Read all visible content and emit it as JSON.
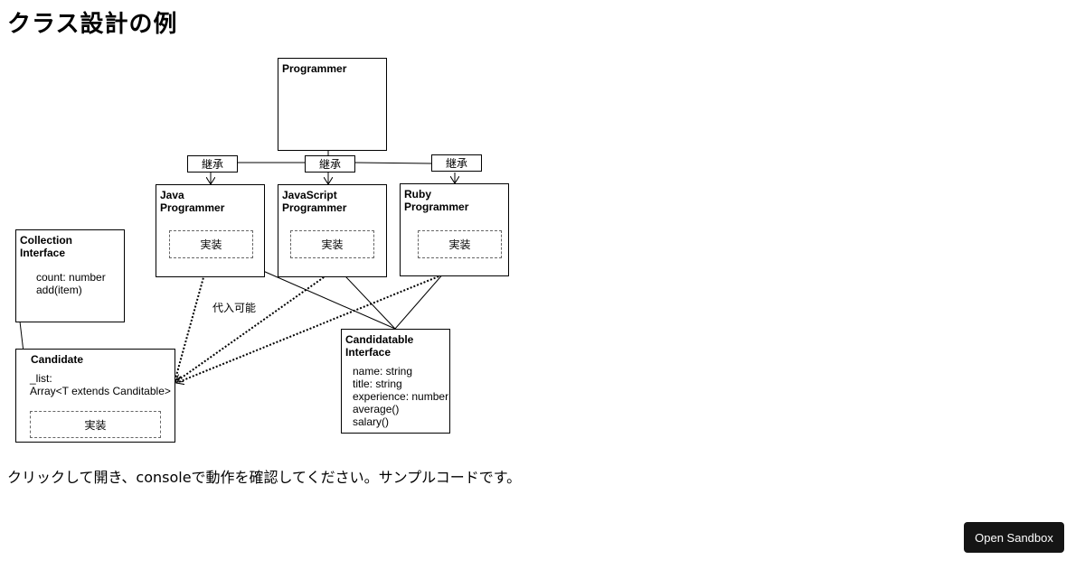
{
  "page": {
    "title": "クラス設計の例",
    "description": "クリックして開き、consoleで動作を確認してください。サンプルコードです。"
  },
  "diagram": {
    "programmer": {
      "title": "Programmer"
    },
    "java": {
      "title": "Java\nProgrammer",
      "impl": "実装"
    },
    "javascript": {
      "title": "JavaScript\nProgrammer",
      "impl": "実装"
    },
    "ruby": {
      "title": "Ruby\nProgrammer",
      "impl": "実装"
    },
    "inherit_labels": [
      "継承",
      "継承",
      "継承"
    ],
    "collection": {
      "title": "Collection\nInterface",
      "members": [
        "count: number",
        "add(item)"
      ]
    },
    "candidate": {
      "title": "Candidate",
      "members": [
        "_list:",
        "Array<T extends Canditable>"
      ],
      "impl": "実装"
    },
    "candidatable": {
      "title": "Candidatable\nInterface",
      "members": [
        "name: string",
        "title: string",
        "experience: number",
        "average()",
        "salary()"
      ]
    },
    "assignable_label": "代入可能"
  },
  "sandbox_button": {
    "label": "Open Sandbox"
  }
}
